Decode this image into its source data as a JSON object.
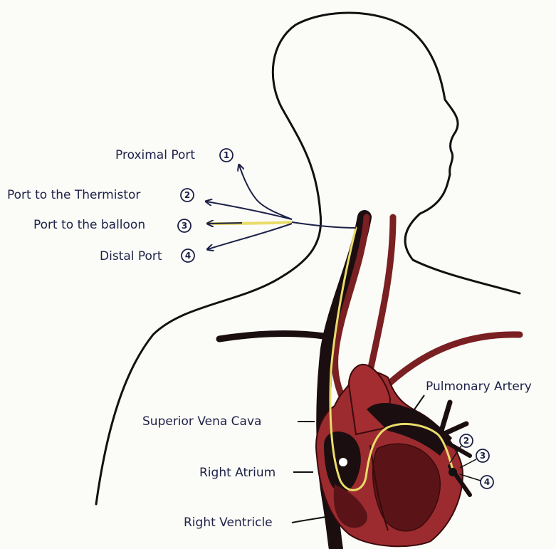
{
  "ports": [
    {
      "label": "Proximal Port",
      "number": "1"
    },
    {
      "label": "Port to the Thermistor",
      "number": "2"
    },
    {
      "label": "Port to the balloon",
      "number": "3"
    },
    {
      "label": "Distal Port",
      "number": "4"
    }
  ],
  "anatomy": {
    "pulmonary_artery": "Pulmonary Artery",
    "superior_vena_cava": "Superior Vena Cava",
    "right_atrium": "Right Atrium",
    "right_ventricle": "Right Ventricle"
  },
  "tip_numbers": [
    "2",
    "3",
    "4"
  ],
  "colors": {
    "outline": "#111111",
    "vessel_dark": "#1a0e10",
    "artery_red": "#7a1f22",
    "heart_red": "#9c2b2f",
    "heart_dark": "#5a1417",
    "catheter_yellow": "#e9dc6a",
    "catheter_line": "#1d2147",
    "label_text": "#1d2147"
  }
}
